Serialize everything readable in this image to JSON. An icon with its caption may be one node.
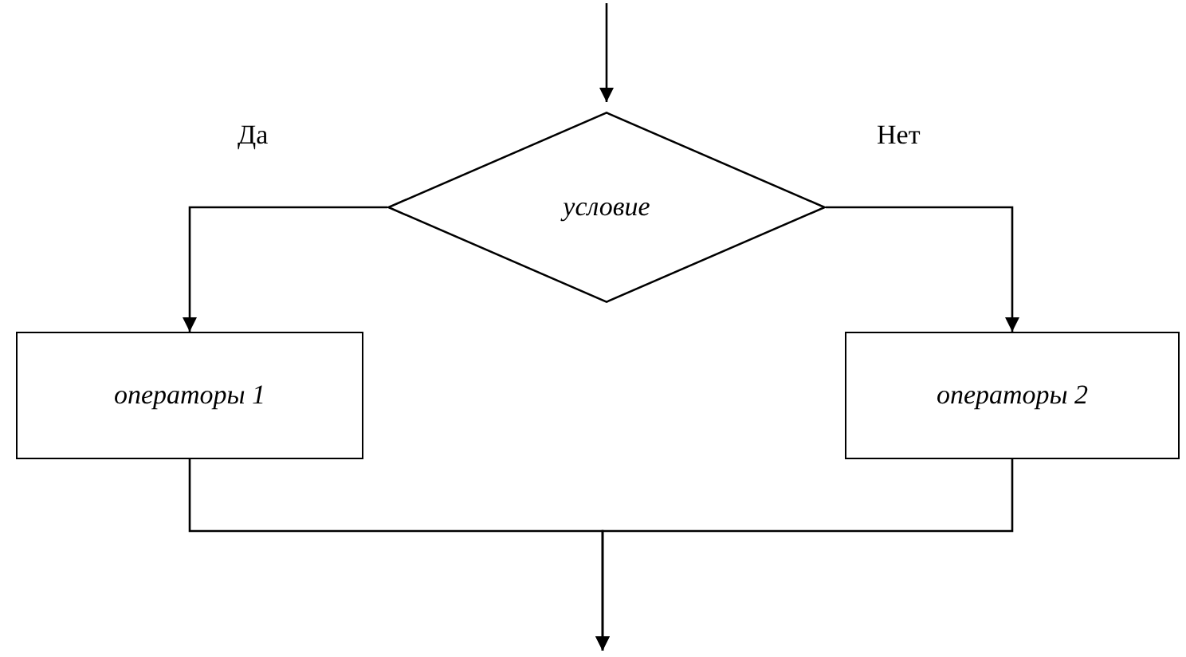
{
  "diagram": {
    "nodes": [
      {
        "text": [
          "условие"
        ]
      },
      {
        "text": [
          "операторы 1"
        ]
      },
      {
        "text": [
          "операторы 2"
        ]
      }
    ],
    "edges": [
      {
        "from": null,
        "to": 0,
        "arrow": "to"
      },
      {
        "from": 0,
        "to": 1,
        "arrow": "to",
        "label": "Да"
      },
      {
        "from": 0,
        "to": 2,
        "arrow": "to",
        "label": "Нет"
      },
      {
        "from": 1,
        "to": null,
        "arrow": "to"
      },
      {
        "from": 2,
        "to": null,
        "arrow": "to"
      }
    ]
  }
}
